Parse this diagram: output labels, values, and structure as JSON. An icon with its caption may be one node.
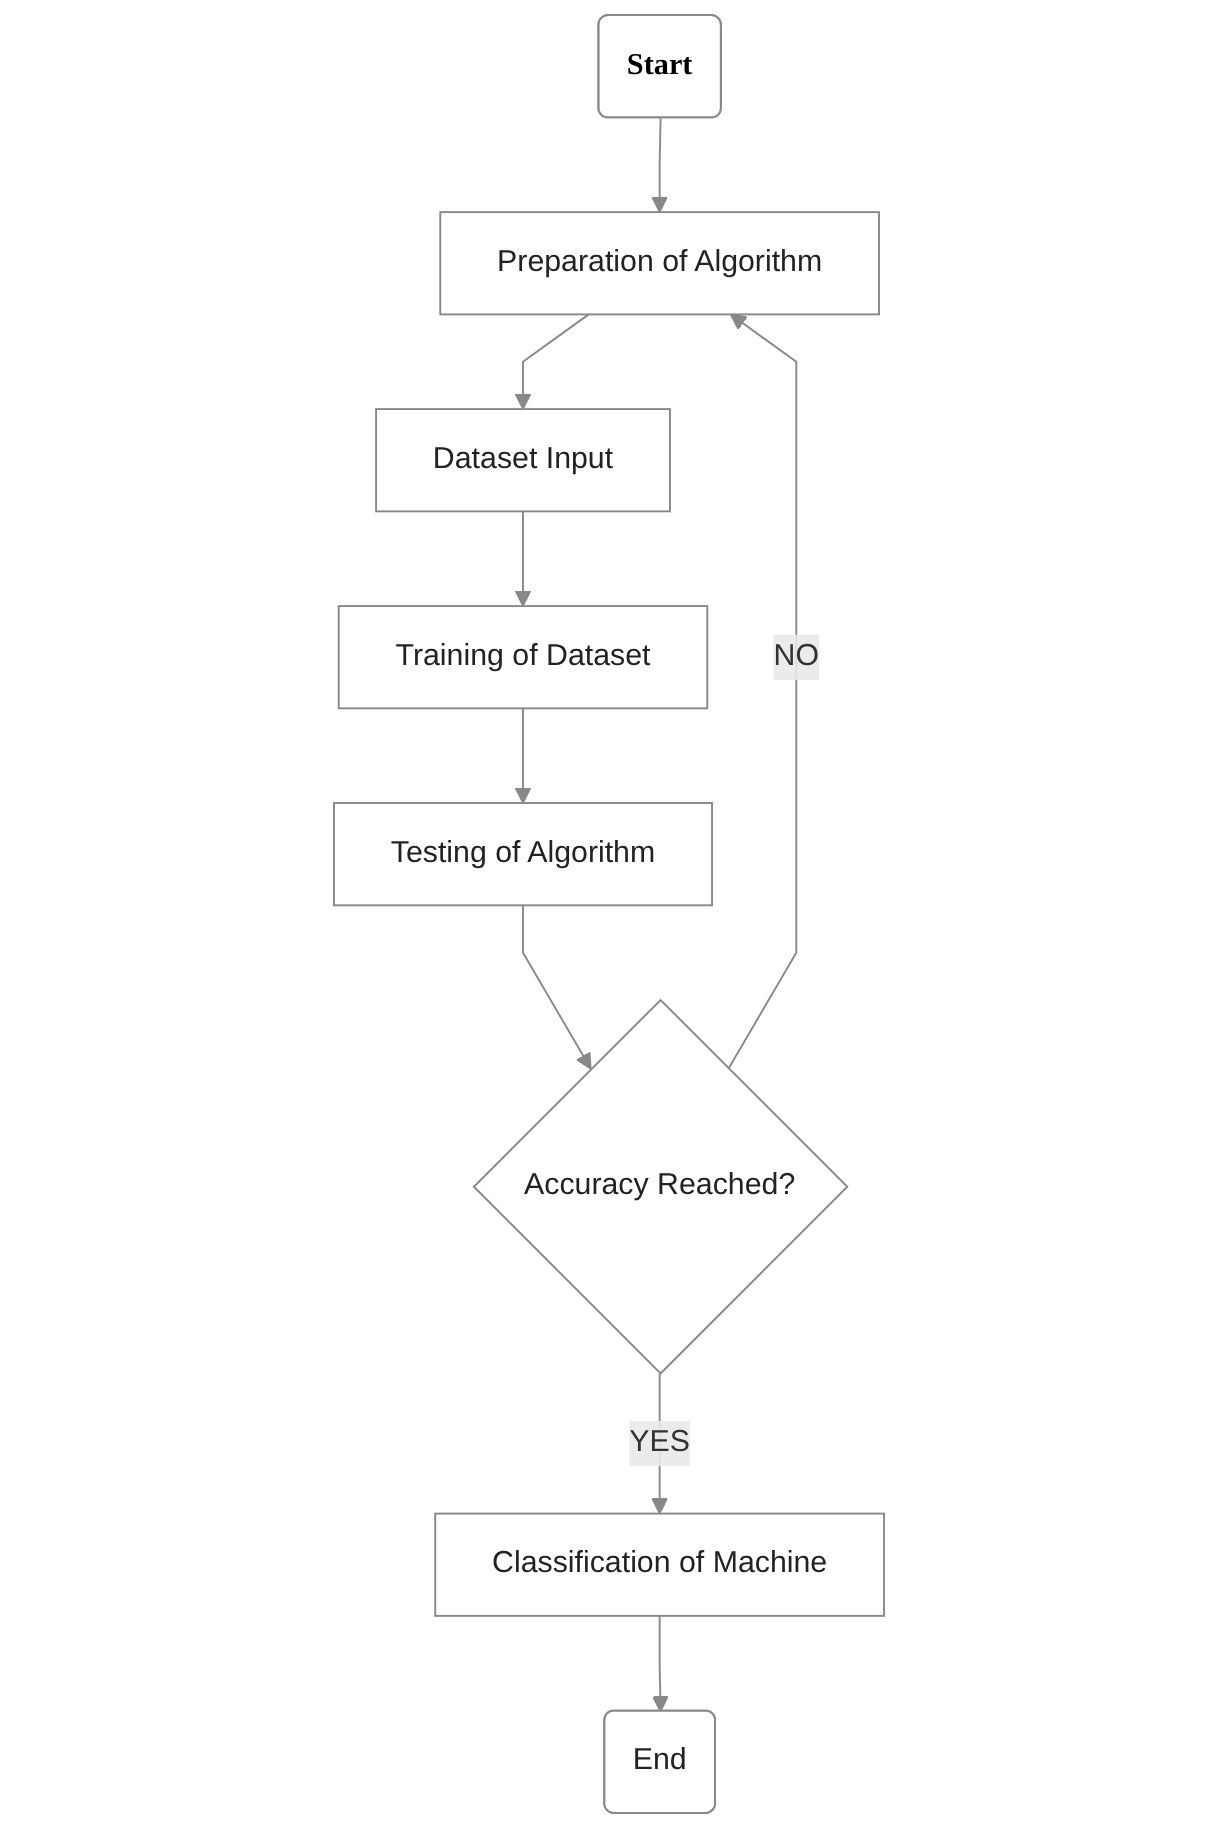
{
  "diagram": {
    "nodes": [
      {
        "text": [
          "Start"
        ]
      },
      {
        "text": [
          "Preparation of Algorithm"
        ]
      },
      {
        "text": [
          "Dataset Input"
        ]
      },
      {
        "text": [
          "Training of Dataset"
        ]
      },
      {
        "text": [
          "Testing of Algorithm"
        ]
      },
      {
        "text": [
          "Accuracy Reached?"
        ]
      },
      {
        "text": [
          "Classification of Machine"
        ]
      },
      {
        "text": [
          "End"
        ]
      }
    ],
    "edges": [
      {
        "from": 0,
        "to": 1,
        "arrow": "to"
      },
      {
        "from": 1,
        "to": 2,
        "arrow": "to"
      },
      {
        "from": 2,
        "to": 3,
        "arrow": "to"
      },
      {
        "from": 3,
        "to": 4,
        "arrow": "to"
      },
      {
        "from": 4,
        "to": 5,
        "arrow": "to"
      },
      {
        "from": 5,
        "to": 1,
        "label": "NO",
        "arrow": "to"
      },
      {
        "from": 5,
        "to": 6,
        "label": "YES",
        "arrow": "to"
      },
      {
        "from": 6,
        "to": 7,
        "arrow": "to"
      }
    ]
  }
}
